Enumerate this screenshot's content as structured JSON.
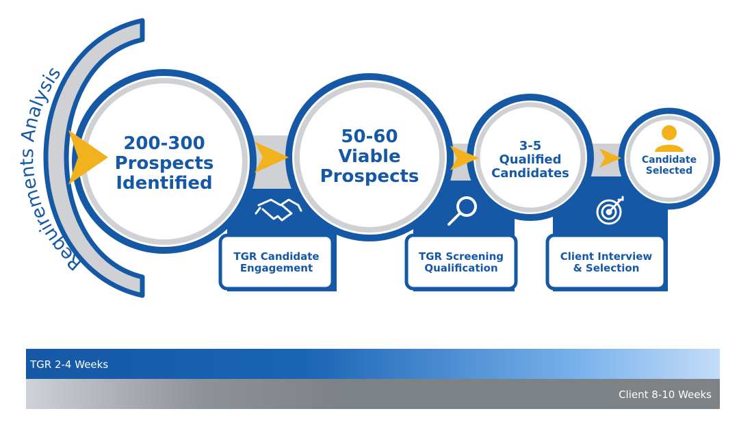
{
  "arc_label": "Requirements Analysis",
  "stages": [
    {
      "lines": [
        "200-300",
        "Prospects",
        "Identified"
      ]
    },
    {
      "lines": [
        "50-60",
        "Viable",
        "Prospects"
      ]
    },
    {
      "lines": [
        "3-5",
        "Qualified",
        "Candidates"
      ]
    },
    {
      "lines": [
        "Candidate",
        "Selected"
      ],
      "icon": "person-icon"
    }
  ],
  "activities": [
    {
      "icon": "handshake-icon",
      "lines": [
        "TGR Candidate",
        "Engagement"
      ]
    },
    {
      "icon": "magnifier-icon",
      "lines": [
        "TGR Screening",
        "Qualification"
      ]
    },
    {
      "icon": "target-icon",
      "lines": [
        "Client Interview",
        "& Selection"
      ]
    }
  ],
  "timeline": {
    "tgr_label": "TGR 2-4 Weeks",
    "client_label": "Client 8-10 Weeks"
  },
  "colors": {
    "blue": "#1558a6",
    "gray": "#cfd1d4",
    "arrow": "#f2b21d",
    "icon_yellow": "#f2b21d"
  }
}
